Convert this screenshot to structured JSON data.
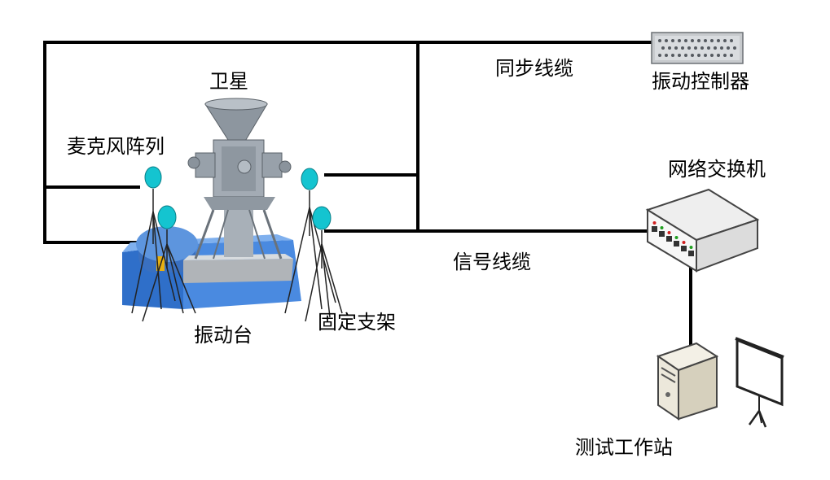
{
  "labels": {
    "satellite": "卫星",
    "mic_array": "麦克风阵列",
    "shaker": "振动台",
    "fixed_stand": "固定支架",
    "sync_cable": "同步线缆",
    "signal_cable": "信号线缆",
    "vibration_controller": "振动控制器",
    "network_switch": "网络交换机",
    "workstation": "测试工作站"
  },
  "colors": {
    "line": "#000000",
    "shaker_blue": "#3d7fd4",
    "mic_cyan": "#14c4d0",
    "satellite_gray": "#9aa3ad"
  },
  "icons": {
    "satellite": "satellite-icon",
    "microphone": "microphone-icon",
    "shaker": "shaker-icon",
    "controller": "controller-icon",
    "switch": "network-switch-icon",
    "workstation": "pc-tower-icon",
    "screen": "projection-screen-icon"
  }
}
